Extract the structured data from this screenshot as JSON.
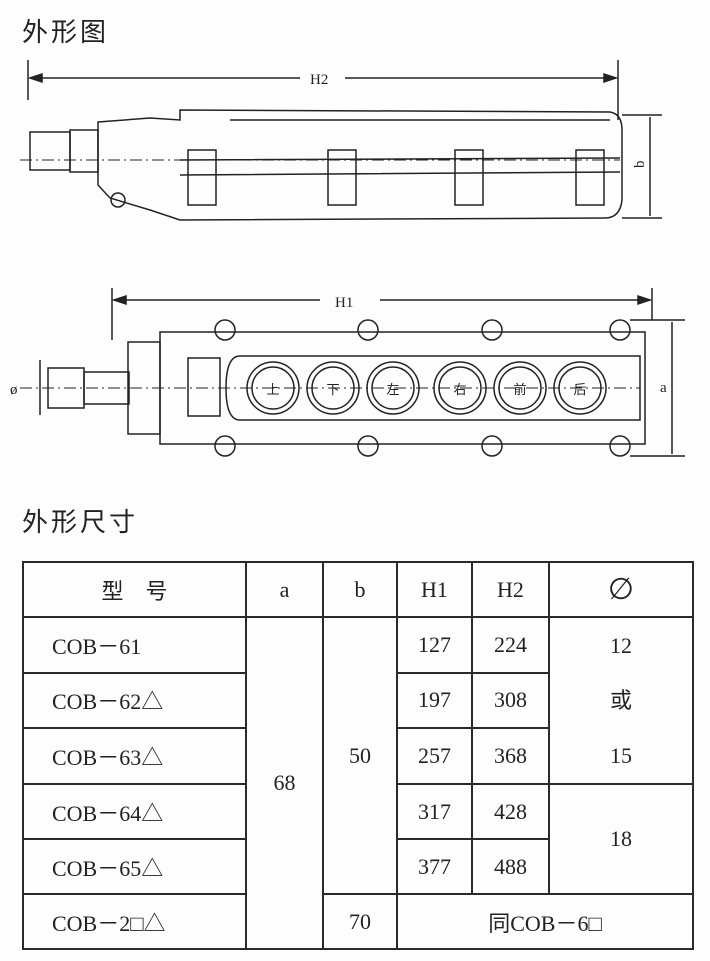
{
  "titles": {
    "drawing": "外形图",
    "dimensions": "外形尺寸"
  },
  "drawing_labels": {
    "h2": "H2",
    "b": "b",
    "h1": "H1",
    "a": "a",
    "phi": "ø"
  },
  "buttons": [
    "上",
    "下",
    "左",
    "右",
    "前",
    "后"
  ],
  "table": {
    "headers": {
      "model": "型　号",
      "a": "a",
      "b": "b",
      "h1": "H1",
      "h2": "H2",
      "phi": "∅"
    },
    "rows": [
      {
        "model": "COB－61",
        "h1": "127",
        "h2": "224"
      },
      {
        "model": "COB－62△",
        "h1": "197",
        "h2": "308"
      },
      {
        "model": "COB－63△",
        "h1": "257",
        "h2": "368"
      },
      {
        "model": "COB－64△",
        "h1": "317",
        "h2": "428"
      },
      {
        "model": "COB－65△",
        "h1": "377",
        "h2": "488"
      },
      {
        "model": "COB－2□△"
      }
    ],
    "a_value": "68",
    "b_value": "50",
    "b_value_last": "70",
    "phi_group1": {
      "line1": "12",
      "line2": "或",
      "line3": "15"
    },
    "phi_group2": "18",
    "last_row_note": "同COB－6□"
  }
}
